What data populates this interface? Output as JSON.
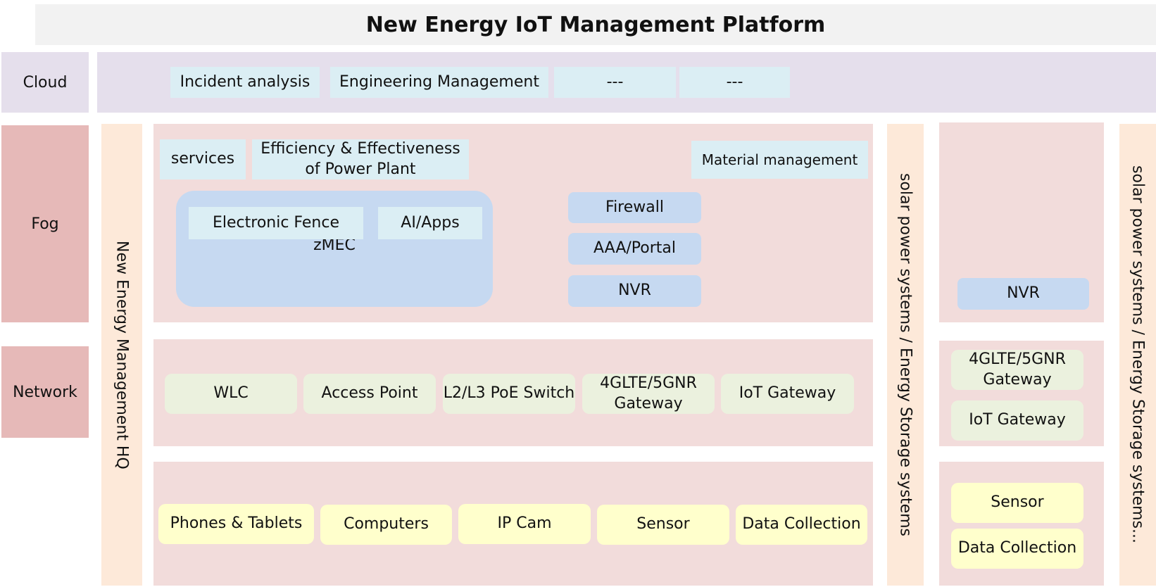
{
  "title": "New Energy IoT Management Platform",
  "layers": {
    "cloud": "Cloud",
    "fog": "Fog",
    "network": "Network"
  },
  "cloud_items": [
    "Incident analysis",
    "Engineering Management",
    "---",
    "---"
  ],
  "hq": {
    "label": "New Energy Management HQ",
    "fog": {
      "services": "services",
      "efficiency": "Efficiency & Effectiveness of Power Plant",
      "material": "Material management",
      "zmec": {
        "label": "zMEC",
        "fence": "Electronic Fence",
        "apps": "AI/Apps"
      },
      "firewall": "Firewall",
      "aaa": "AAA/Portal",
      "nvr": "NVR"
    },
    "network": [
      "WLC",
      "Access Point",
      "L2/L3 PoE Switch",
      "4GLTE/5GNR Gateway",
      "IoT Gateway"
    ],
    "devices": [
      "Phones & Tablets",
      "Computers",
      "IP Cam",
      "Sensor",
      "Data Collection"
    ]
  },
  "site1": {
    "label": "solar power systems / Energy Storage systems"
  },
  "site2": {
    "label": "solar power systems / Energy Storage systems...",
    "nvr": "NVR",
    "network": [
      "4GLTE/5GNR Gateway",
      "IoT Gateway"
    ],
    "devices": [
      "Sensor",
      "Data Collection"
    ]
  },
  "colors": {
    "cloud_layer": "#e5dfec",
    "layer_label": "#e6b9b8",
    "zone": "#f2dcdb",
    "side_column": "#fde9d9",
    "app_box": "#dbeef4",
    "security_box": "#c6d9f1",
    "network_box": "#ebf1de",
    "device_box": "#ffffcc"
  }
}
